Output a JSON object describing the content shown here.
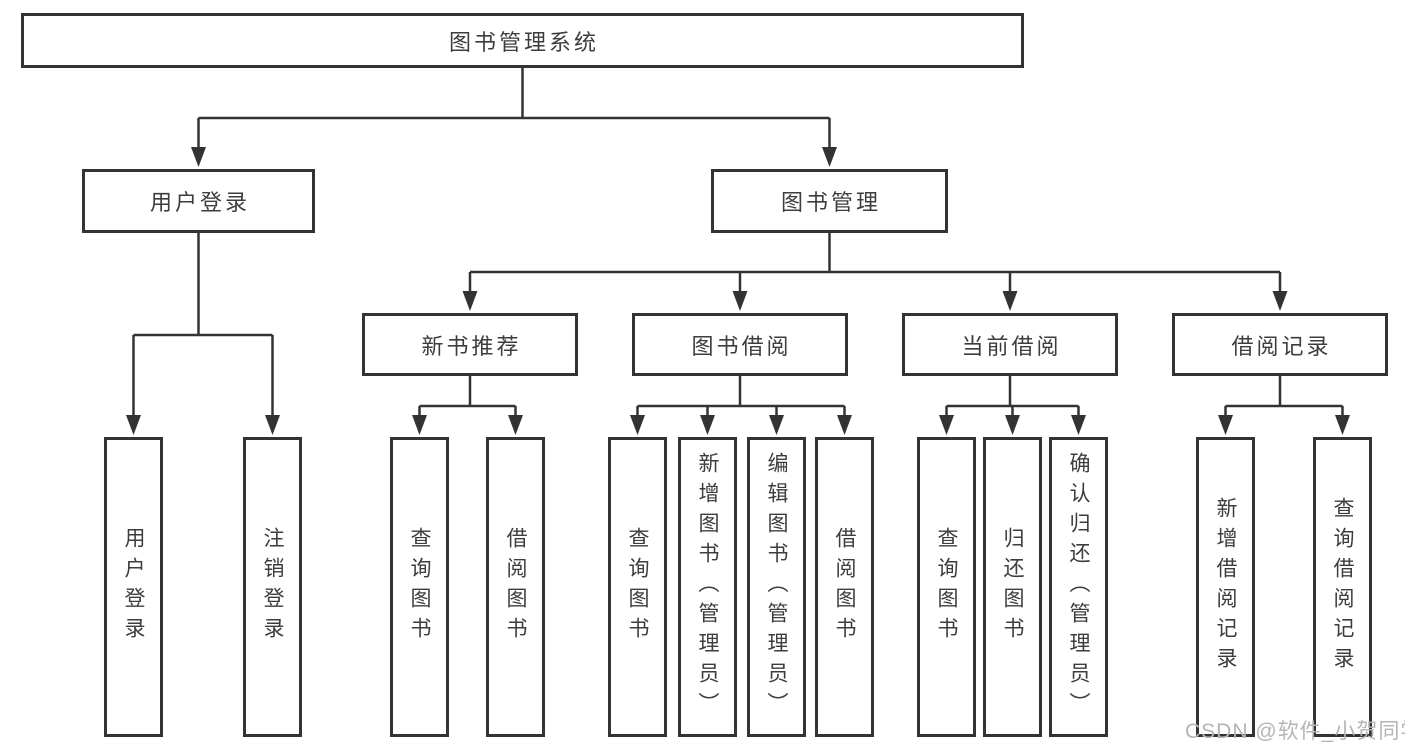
{
  "nodes": {
    "root": "图书管理系统",
    "level2": [
      "用户登录",
      "图书管理"
    ],
    "level3": [
      "新书推荐",
      "图书借阅",
      "当前借阅",
      "借阅记录"
    ],
    "leaves": [
      [
        "用户登录",
        "注销登录"
      ],
      [
        "查询图书",
        "借阅图书"
      ],
      [
        "查询图书",
        "新增图书（管理员）",
        "编辑图书（管理员）",
        "借阅图书"
      ],
      [
        "查询图书",
        "归还图书",
        "确认归还（管理员）"
      ],
      [
        "新增借阅记录",
        "查询借阅记录"
      ]
    ]
  },
  "watermark": "CSDN @软件_小贺同学",
  "colors": {
    "line": "#333333",
    "text": "#3d3d3d",
    "watermark": "#b5b5b5",
    "background": "#ffffff"
  }
}
